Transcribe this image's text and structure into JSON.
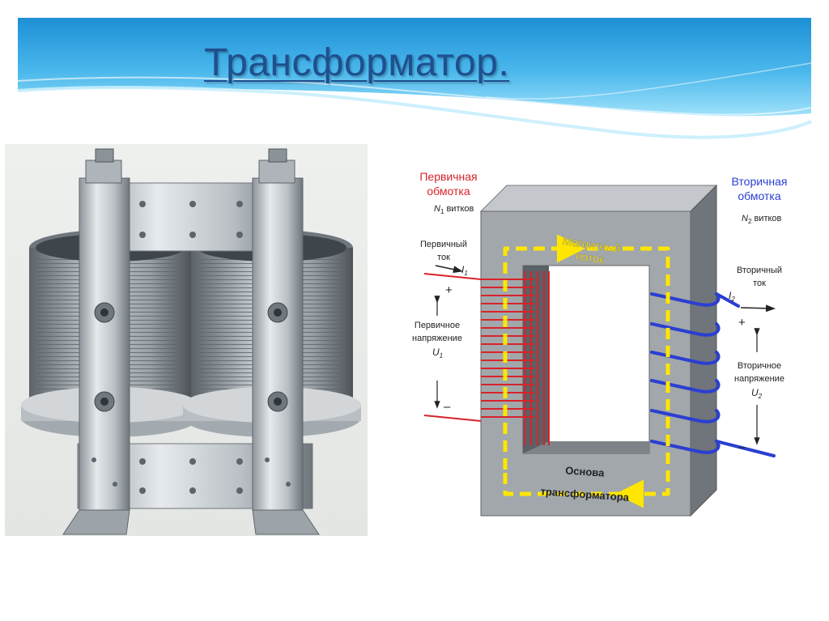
{
  "slide_title": "Трансформатор.",
  "colors": {
    "banner_top": "#1d8fd6",
    "banner_light": "#7fd3f6",
    "title": "#1f4f8f",
    "primary": "#d8232a",
    "secondary": "#2b3fd1",
    "core": "#9aa0a6",
    "flux": "#ffe600"
  },
  "diagram": {
    "primary_winding": {
      "title_line1": "Первичная",
      "title_line2": "обмотка",
      "turns_prefix": "N",
      "turns_sub": "1",
      "turns_suffix": " витков"
    },
    "secondary_winding": {
      "title_line1": "Вторичная",
      "title_line2": "обмотка",
      "turns_prefix": "N",
      "turns_sub": "2",
      "turns_suffix": " витков"
    },
    "primary_current": {
      "line1": "Первичный",
      "line2": "ток",
      "symbol": "I",
      "sub": "1"
    },
    "secondary_current": {
      "line1": "Вторичный",
      "line2": "ток",
      "symbol": "I",
      "sub": "2"
    },
    "primary_voltage": {
      "line1": "Первичное",
      "line2": "напряжение",
      "symbol": "U",
      "sub": "1"
    },
    "secondary_voltage": {
      "line1": "Вторичное",
      "line2": "напряжение",
      "symbol": "U",
      "sub": "2"
    },
    "plus": "+",
    "minus": "–",
    "flux_label_line1": "Магнитный",
    "flux_label_line2": "поток",
    "core_label_line1": "Основа",
    "core_label_line2": "трансформатора"
  }
}
